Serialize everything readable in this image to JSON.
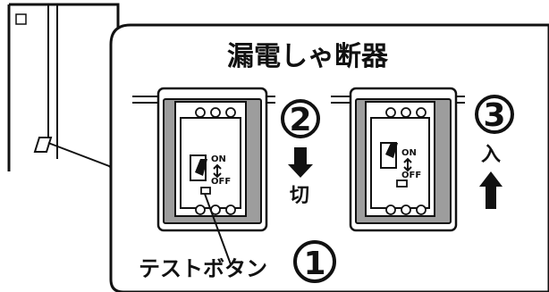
{
  "diagram": {
    "title": "漏電しゃ断器",
    "labels": {
      "on": "ON",
      "off": "OFF",
      "cut": "切",
      "enter": "入",
      "test_button": "テストボタン"
    },
    "steps": {
      "step1": "1",
      "step2": "2",
      "step3": "3"
    }
  }
}
